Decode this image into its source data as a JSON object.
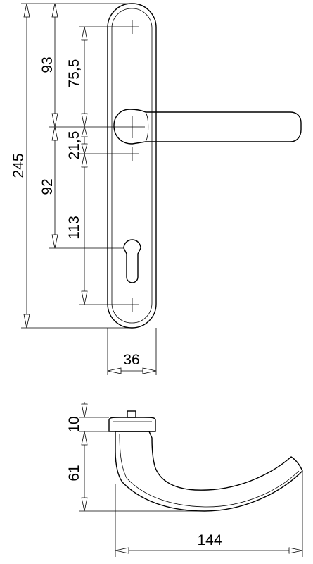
{
  "front_view": {
    "dimensions": {
      "total_height": "245",
      "top_to_handle": "93",
      "top_screw_to_handle": "75,5",
      "handle_to_screw": "21,5",
      "handle_to_cylinder": "92",
      "screw_to_bottom_screw": "113",
      "plate_width": "36"
    }
  },
  "side_view": {
    "dimensions": {
      "rose_thickness": "10",
      "handle_height": "61",
      "handle_length": "144"
    }
  }
}
